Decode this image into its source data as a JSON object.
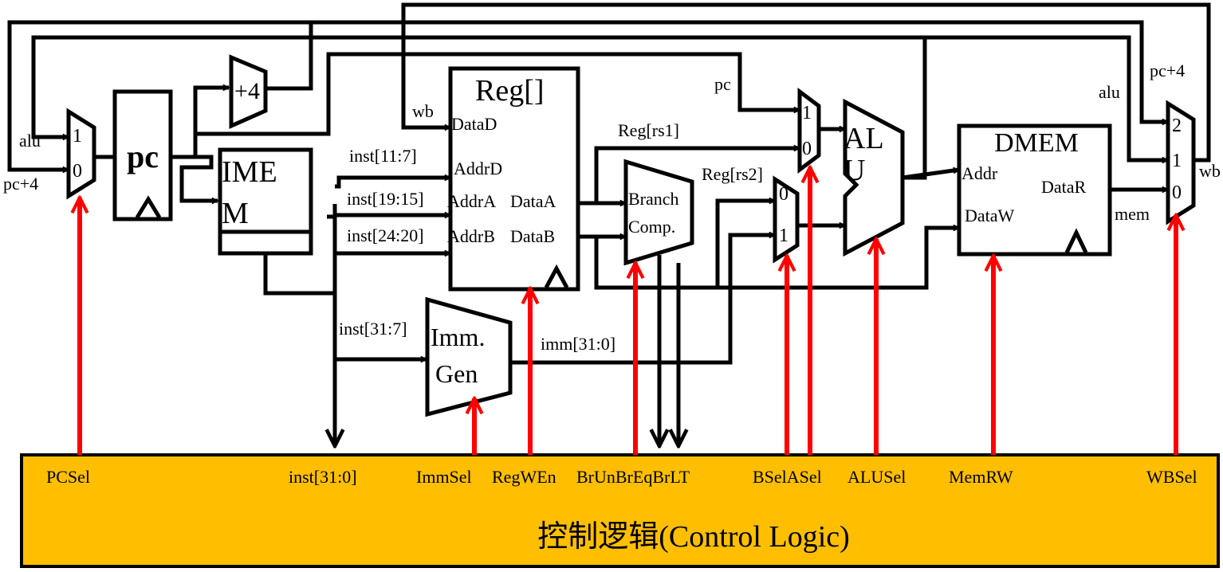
{
  "blocks": {
    "pc": "pc",
    "imem_line1": "IME",
    "imem_line2": "M",
    "plus4": "+4",
    "regfile": "Reg[]",
    "branch_line1": "Branch",
    "branch_line2": "Comp.",
    "alu_line1": "AL",
    "alu_line2": "U",
    "dmem": "DMEM",
    "immgen_line1": "Imm.",
    "immgen_line2": "Gen"
  },
  "ports": {
    "dataD": "DataD",
    "addrD": "AddrD",
    "addrA": "AddrA",
    "dataA": "DataA",
    "addrB": "AddrB",
    "dataB": "DataB",
    "dmem_addr": "Addr",
    "dmem_dataW": "DataW",
    "dmem_dataR": "DataR"
  },
  "signals": {
    "alu_left": "alu",
    "pc4_left": "pc+4",
    "wb_top": "wb",
    "inst_11_7": "inst[11:7]",
    "inst_19_15": "inst[19:15]",
    "inst_24_20": "inst[24:20]",
    "inst_31_7": "inst[31:7]",
    "imm_31_0": "imm[31:0]",
    "pc_asel": "pc",
    "reg_rs1": "Reg[rs1]",
    "reg_rs2": "Reg[rs2]",
    "alu_right": "alu",
    "pc4_right": "pc+4",
    "wb_right": "wb",
    "mem": "mem",
    "inst_31_0": "inst[31:0]"
  },
  "mux_inputs": {
    "pcsel_1": "1",
    "pcsel_0": "0",
    "asel_1": "1",
    "asel_0": "0",
    "bsel_0": "0",
    "bsel_1": "1",
    "wbsel_2": "2",
    "wbsel_1": "1",
    "wbsel_0": "0"
  },
  "control": {
    "title": "控制逻辑(Control Logic)",
    "pcsel": "PCSel",
    "immsel": "ImmSel",
    "regwen": "RegWEn",
    "brun_breq_brlt": "BrUnBrEqBrLT",
    "bsel_asel": "BSelASel",
    "alusel": "ALUSel",
    "memrw": "MemRW",
    "wbsel": "WBSel"
  },
  "colors": {
    "control_fill": "#ffbf00",
    "control_wire": "#ff0000",
    "wire": "#000000"
  }
}
